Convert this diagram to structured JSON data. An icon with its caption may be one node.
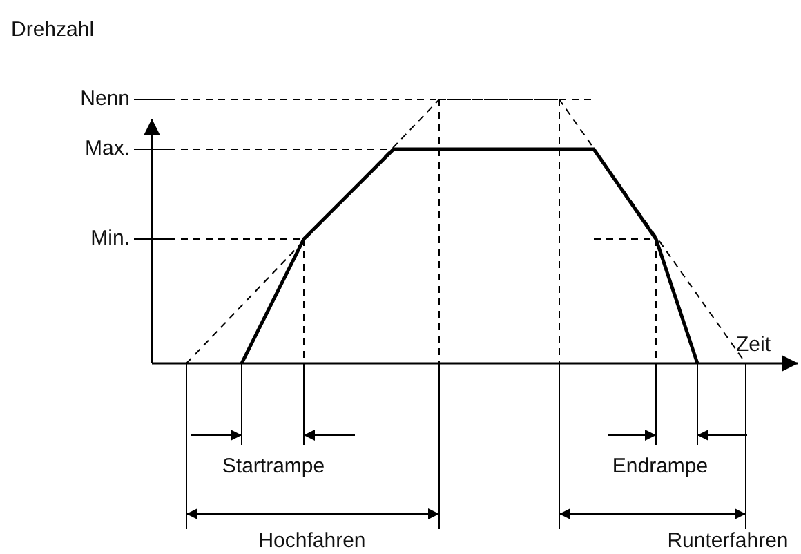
{
  "diagram": {
    "labels": [
      "Drehzahl",
      "Nenn",
      "Max.",
      "Min.",
      "Zeit",
      "Startrampe",
      "Endrampe",
      "Hochfahren",
      "Runterfahren"
    ]
  }
}
